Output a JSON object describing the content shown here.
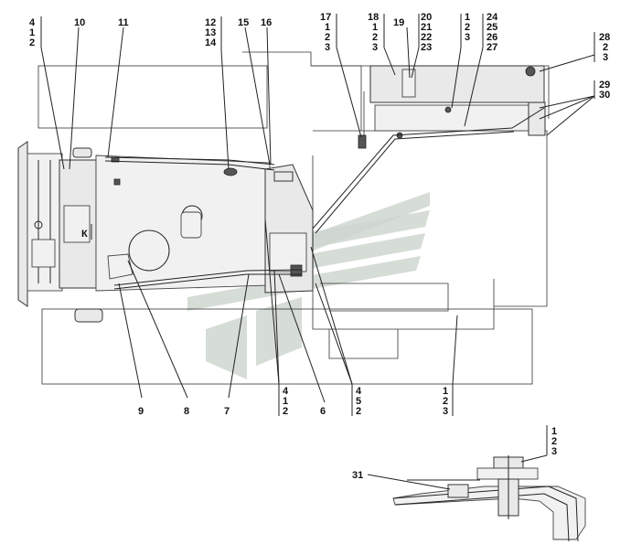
{
  "labels": {
    "c4": [
      "4",
      "1",
      "2"
    ],
    "c10": "10",
    "c11": "11",
    "c12": [
      "12",
      "13",
      "14"
    ],
    "c15": "15",
    "c16": "16",
    "c17": [
      "17",
      "1",
      "2",
      "3"
    ],
    "c18": [
      "18",
      "1",
      "2",
      "3"
    ],
    "c19": "19",
    "c20": [
      "20",
      "21",
      "22",
      "23"
    ],
    "c1a": [
      "1",
      "2",
      "3"
    ],
    "c24": [
      "24",
      "25",
      "26",
      "27"
    ],
    "c28": [
      "28",
      "2",
      "3"
    ],
    "c29": [
      "29",
      "30"
    ],
    "b9": "9",
    "b8": "8",
    "b7": "7",
    "b412": [
      "4",
      "1",
      "2"
    ],
    "b6": "6",
    "b452": [
      "4",
      "5",
      "2"
    ],
    "b123": [
      "1",
      "2",
      "3"
    ],
    "d123": [
      "1",
      "2",
      "3"
    ],
    "d31": "31",
    "k1": "К",
    "k2": "К"
  }
}
